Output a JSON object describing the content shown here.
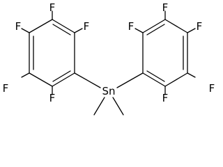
{
  "molecule": {
    "central_atom": "Sn",
    "substituent_atom": "F",
    "ring_count": 2,
    "methyl_count": 2,
    "colors": {
      "bond": "#000000",
      "label": "#000000",
      "background": "#ffffff"
    }
  }
}
